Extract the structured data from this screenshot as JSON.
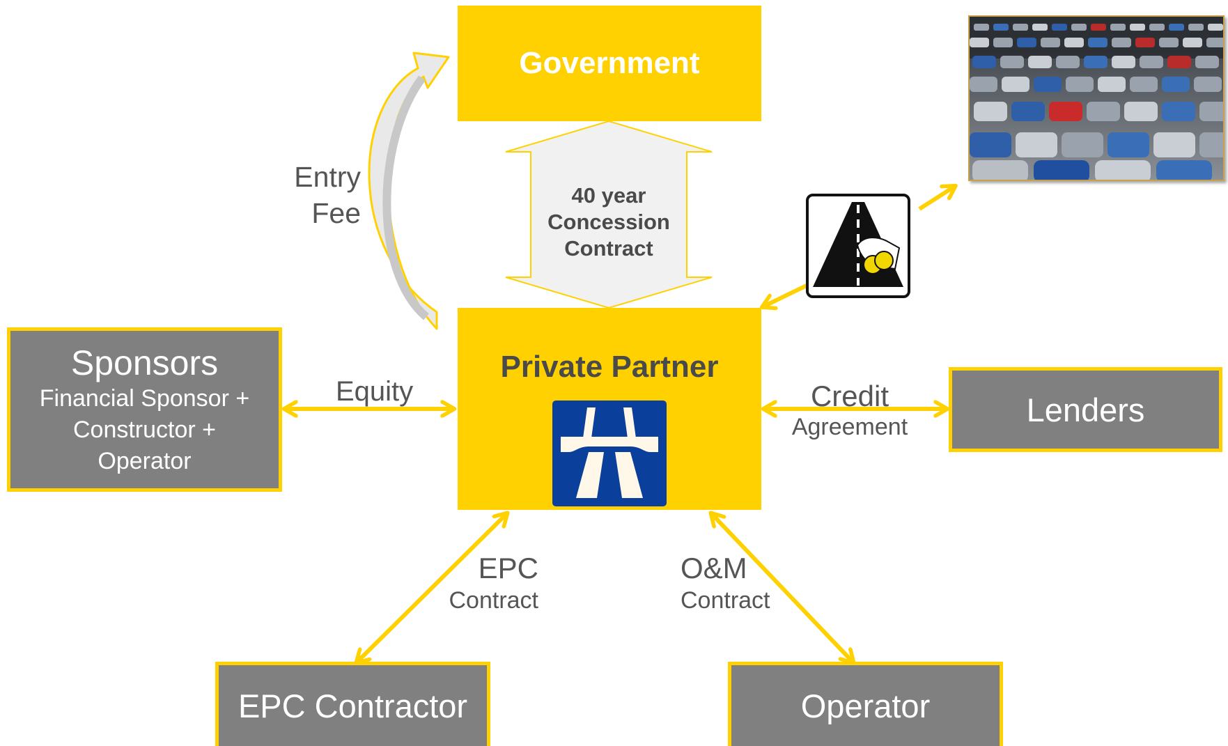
{
  "government": {
    "title": "Government"
  },
  "concession": {
    "line1": "40 year",
    "line2": "Concession",
    "line3": "Contract"
  },
  "entry_fee": {
    "line1": "Entry",
    "line2": "Fee"
  },
  "private_partner": {
    "title": "Private Partner"
  },
  "sponsors": {
    "title": "Sponsors",
    "line1": "Financial Sponsor +",
    "line2": "Constructor +",
    "line3": "Operator"
  },
  "equity": {
    "label": "Equity"
  },
  "credit": {
    "line1": "Credit",
    "line2": "Agreement"
  },
  "lenders": {
    "title": "Lenders"
  },
  "epc": {
    "line1": "EPC",
    "line2": "Contract"
  },
  "om": {
    "line1": "O&M",
    "line2": "Contract"
  },
  "epc_contractor": {
    "title": "EPC Contractor"
  },
  "operator": {
    "title": "Operator"
  },
  "colors": {
    "yellow": "#FFD100",
    "gray_box": "#808080",
    "label_gray": "#555555"
  },
  "icons": {
    "toll": "toll-road-icon",
    "motorway": "motorway-icon",
    "cars": "car-park-photo"
  }
}
